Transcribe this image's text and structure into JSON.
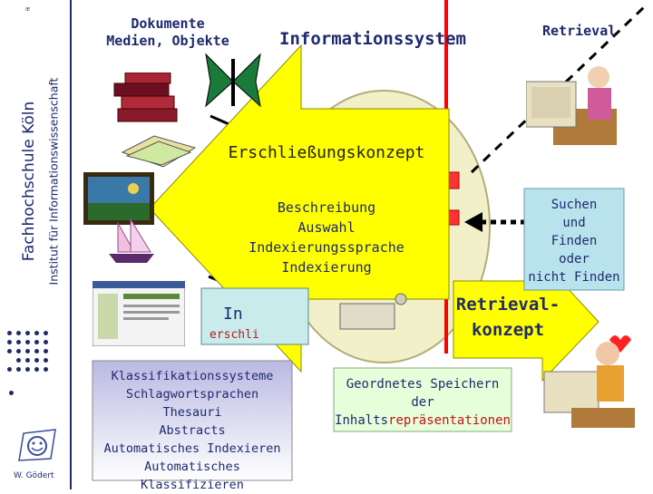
{
  "sidebar": {
    "corner_mark": "ᴵᴱ",
    "title": "Fachhochschule Köln",
    "subtitle": "Institut für Informationswissenschaft",
    "author": "W. Gödert"
  },
  "header": {
    "documents": "Dokumente\nMedien, Objekte",
    "information_system": "Informationssystem",
    "retrieval": "Retrieval"
  },
  "center": {
    "concept_title": "Erschließungskonzept",
    "concept_steps": [
      "Beschreibung",
      "Auswahl",
      "Indexierungssprache",
      "Indexierung"
    ],
    "inhalt_label": "In",
    "erschliessung_label": "erschli"
  },
  "search_box": [
    "Suchen",
    "und",
    "Finden",
    "oder",
    "nicht Finden"
  ],
  "retrieval_concept": [
    "Retrieval-",
    "konzept"
  ],
  "tools_box": [
    "Klassifikationssysteme",
    "Schlagwortsprachen",
    "Thesauri",
    "Abstracts",
    "Automatisches Indexieren",
    "Automatisches Klassifizieren"
  ],
  "storage_box": {
    "line1": "Geordnetes Speichern",
    "line2": "der",
    "line3_a": "Inhalts",
    "line3_b": "repräsentationen"
  },
  "colors": {
    "navy": "#1f2a6e",
    "yellow": "#ffff00",
    "ellipse": "#f2f0c8",
    "red": "#ff0000",
    "search_box": "#b9e3ec",
    "tools_box_top": "#b9b9e2",
    "storage_box": "#e6ffda"
  },
  "icons": [
    "books-icon",
    "butterfly-icon",
    "papers-icon",
    "painting-icon",
    "ship-icon",
    "webpage-icon",
    "computer-user-icon",
    "frustrated-user-icon",
    "smiley-logo-icon"
  ]
}
